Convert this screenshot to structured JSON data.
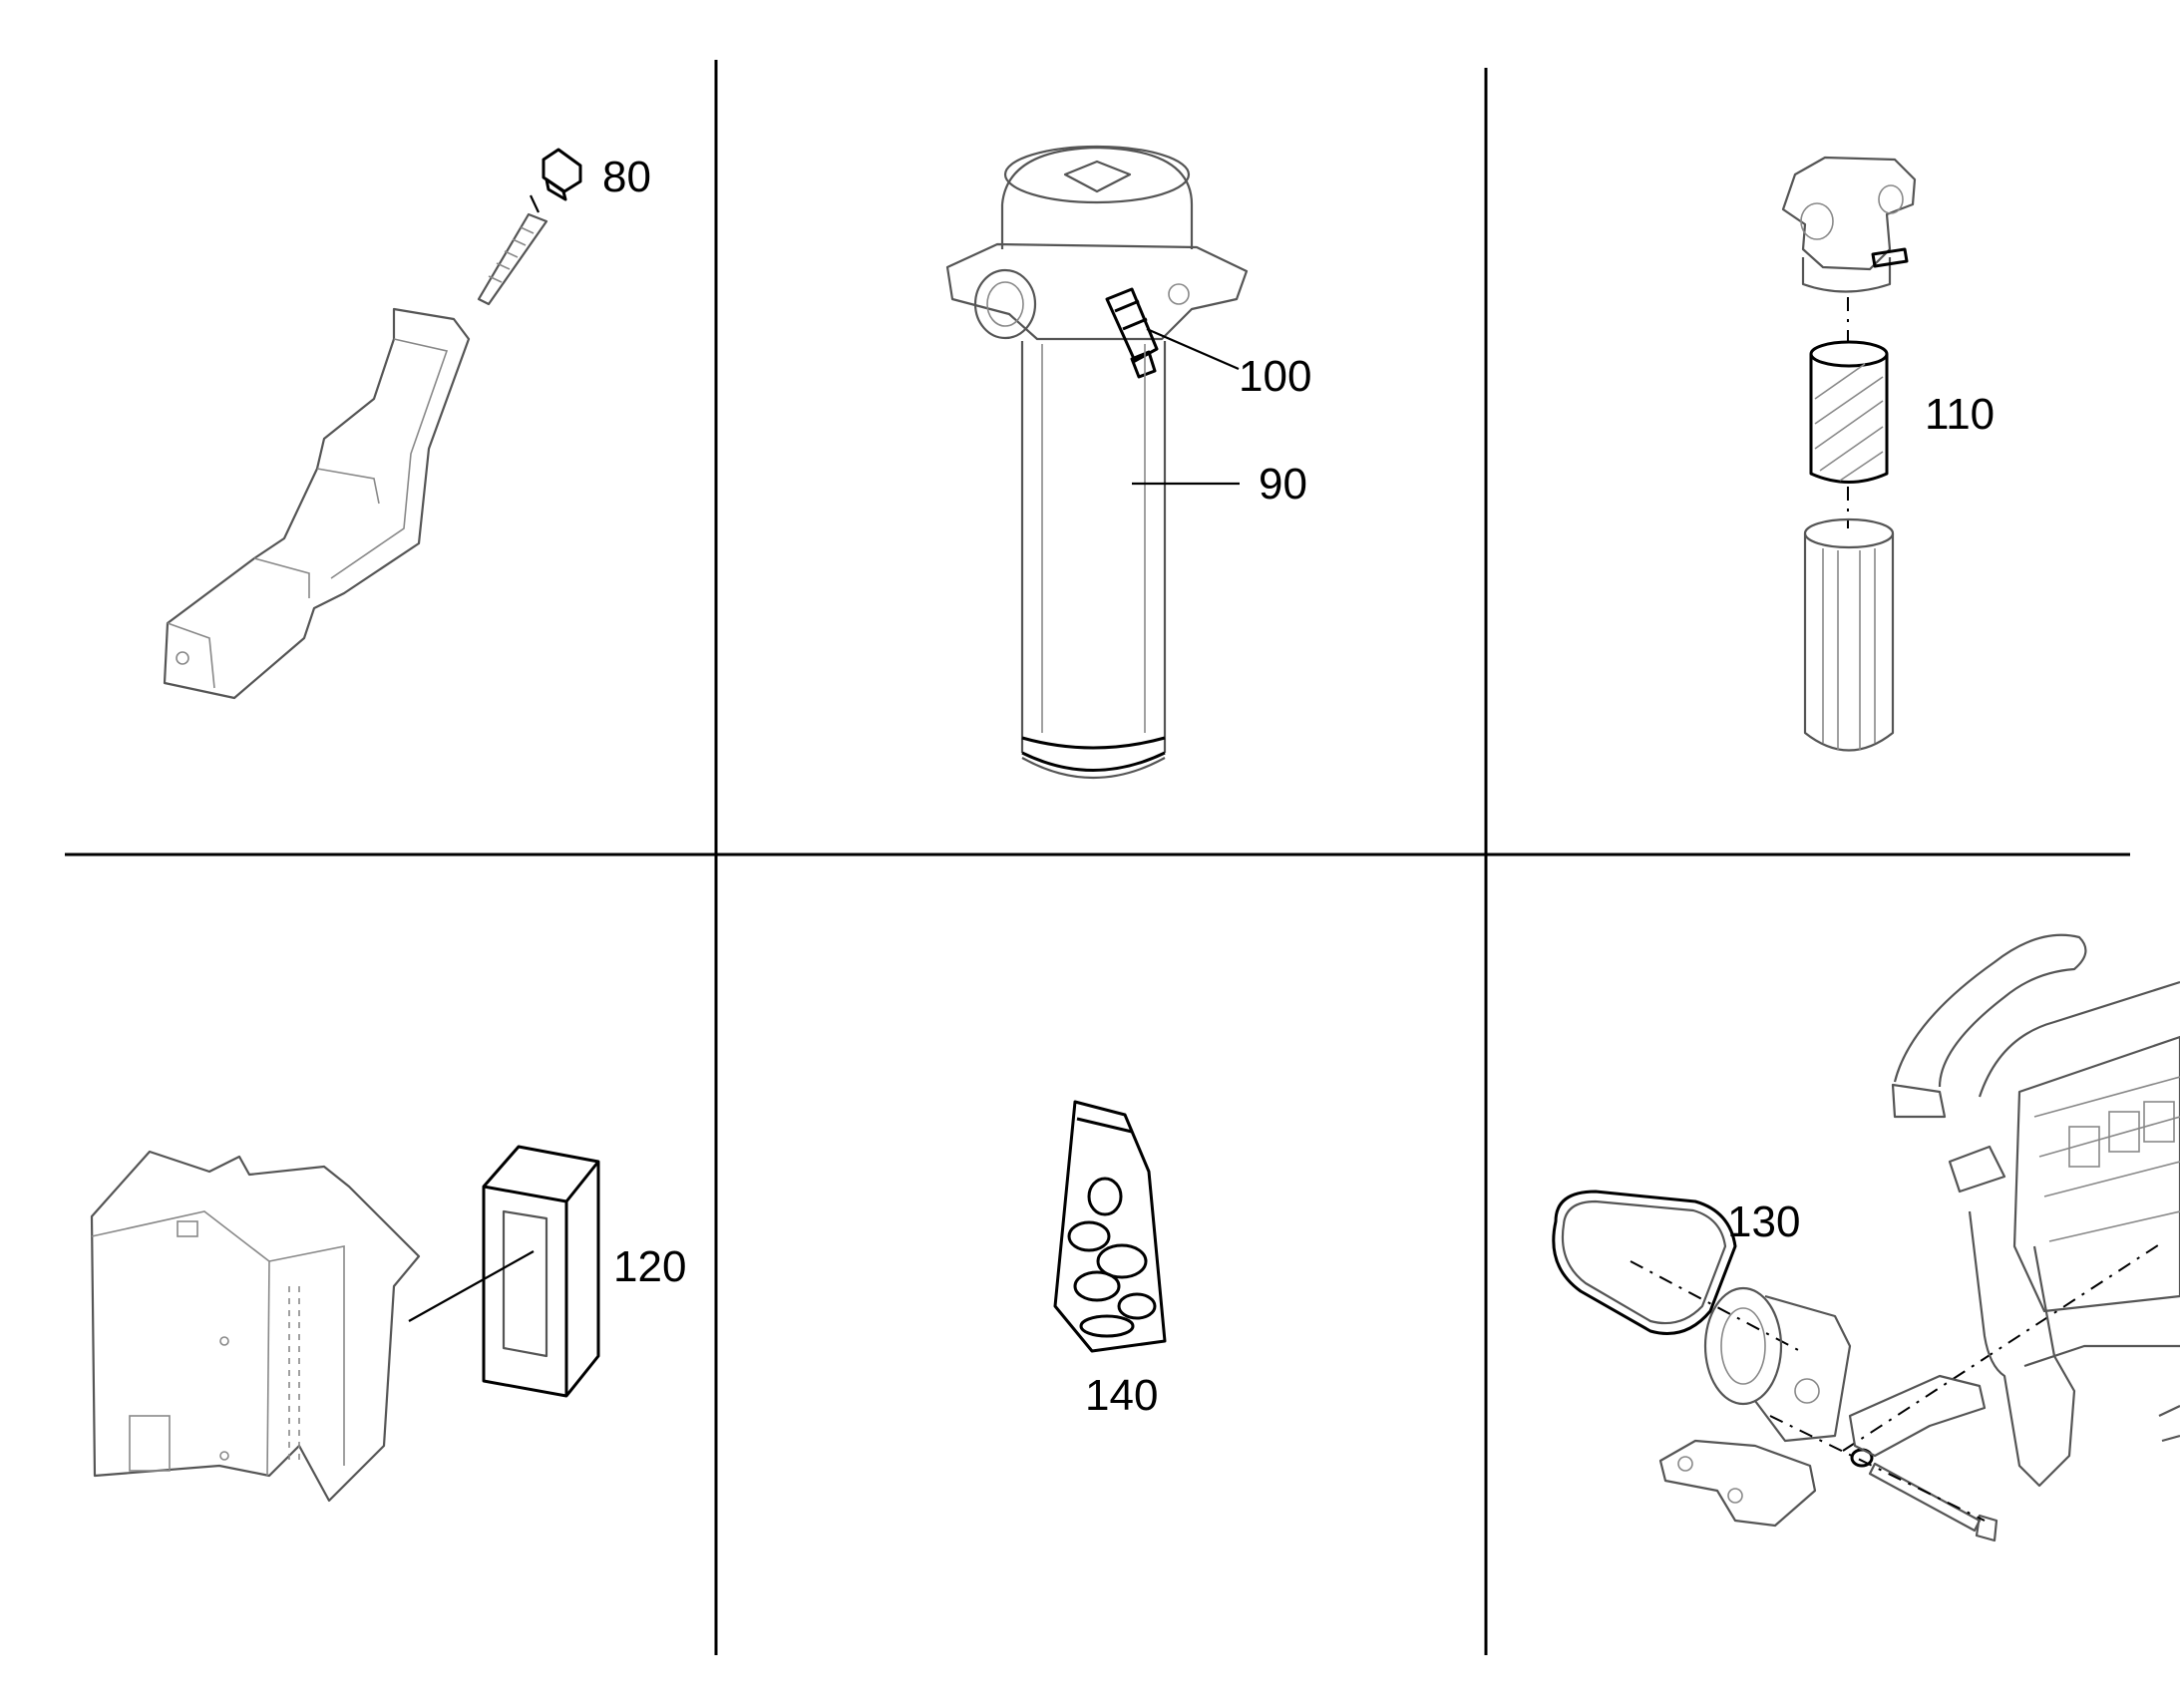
{
  "callouts": {
    "c80": "80",
    "c90": "90",
    "c100": "100",
    "c110": "110",
    "c120": "120",
    "c130": "130",
    "c140": "140"
  },
  "colors": {
    "line": "#000000",
    "part_outline": "#555555",
    "background": "#ffffff"
  }
}
